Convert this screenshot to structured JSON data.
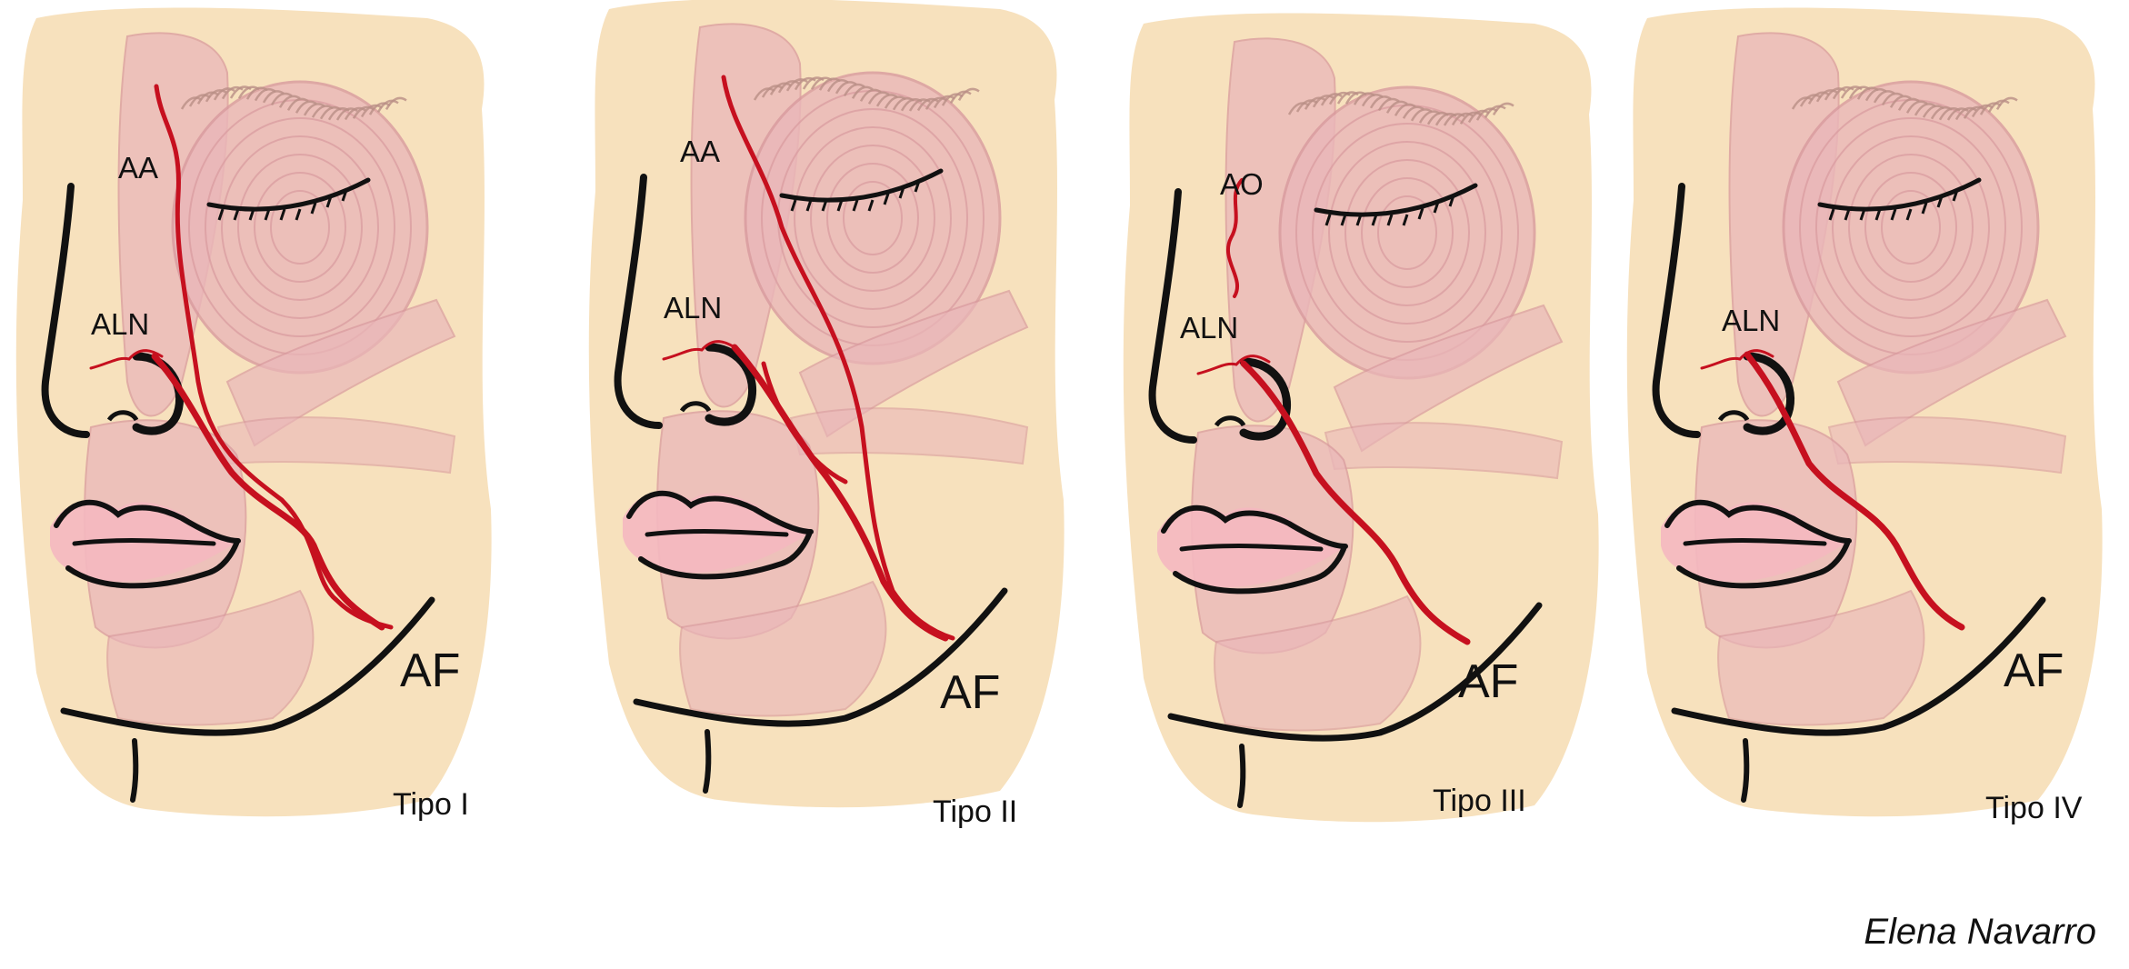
{
  "colors": {
    "skin": "#f6deb6",
    "muscle": "#eab7b9",
    "muscle_stroke": "#d99a9e",
    "artery": "#c6101f",
    "outline": "#111111",
    "lip": "#f4b8c0",
    "brow": "#b98e86"
  },
  "panels": [
    {
      "id": "tipo-1",
      "type_label": "Tipo I",
      "labels": {
        "upper": "AA",
        "nasal": "ALN",
        "facial": "AF"
      },
      "variant": "I"
    },
    {
      "id": "tipo-2",
      "type_label": "Tipo II",
      "labels": {
        "upper": "AA",
        "nasal": "ALN",
        "facial": "AF"
      },
      "variant": "II"
    },
    {
      "id": "tipo-3",
      "type_label": "Tipo III",
      "labels": {
        "upper": "AO",
        "nasal": "ALN",
        "facial": "AF"
      },
      "variant": "III"
    },
    {
      "id": "tipo-4",
      "type_label": "Tipo IV",
      "labels": {
        "upper": "",
        "nasal": "ALN",
        "facial": "AF"
      },
      "variant": "IV"
    }
  ],
  "signature": "Elena Navarro"
}
